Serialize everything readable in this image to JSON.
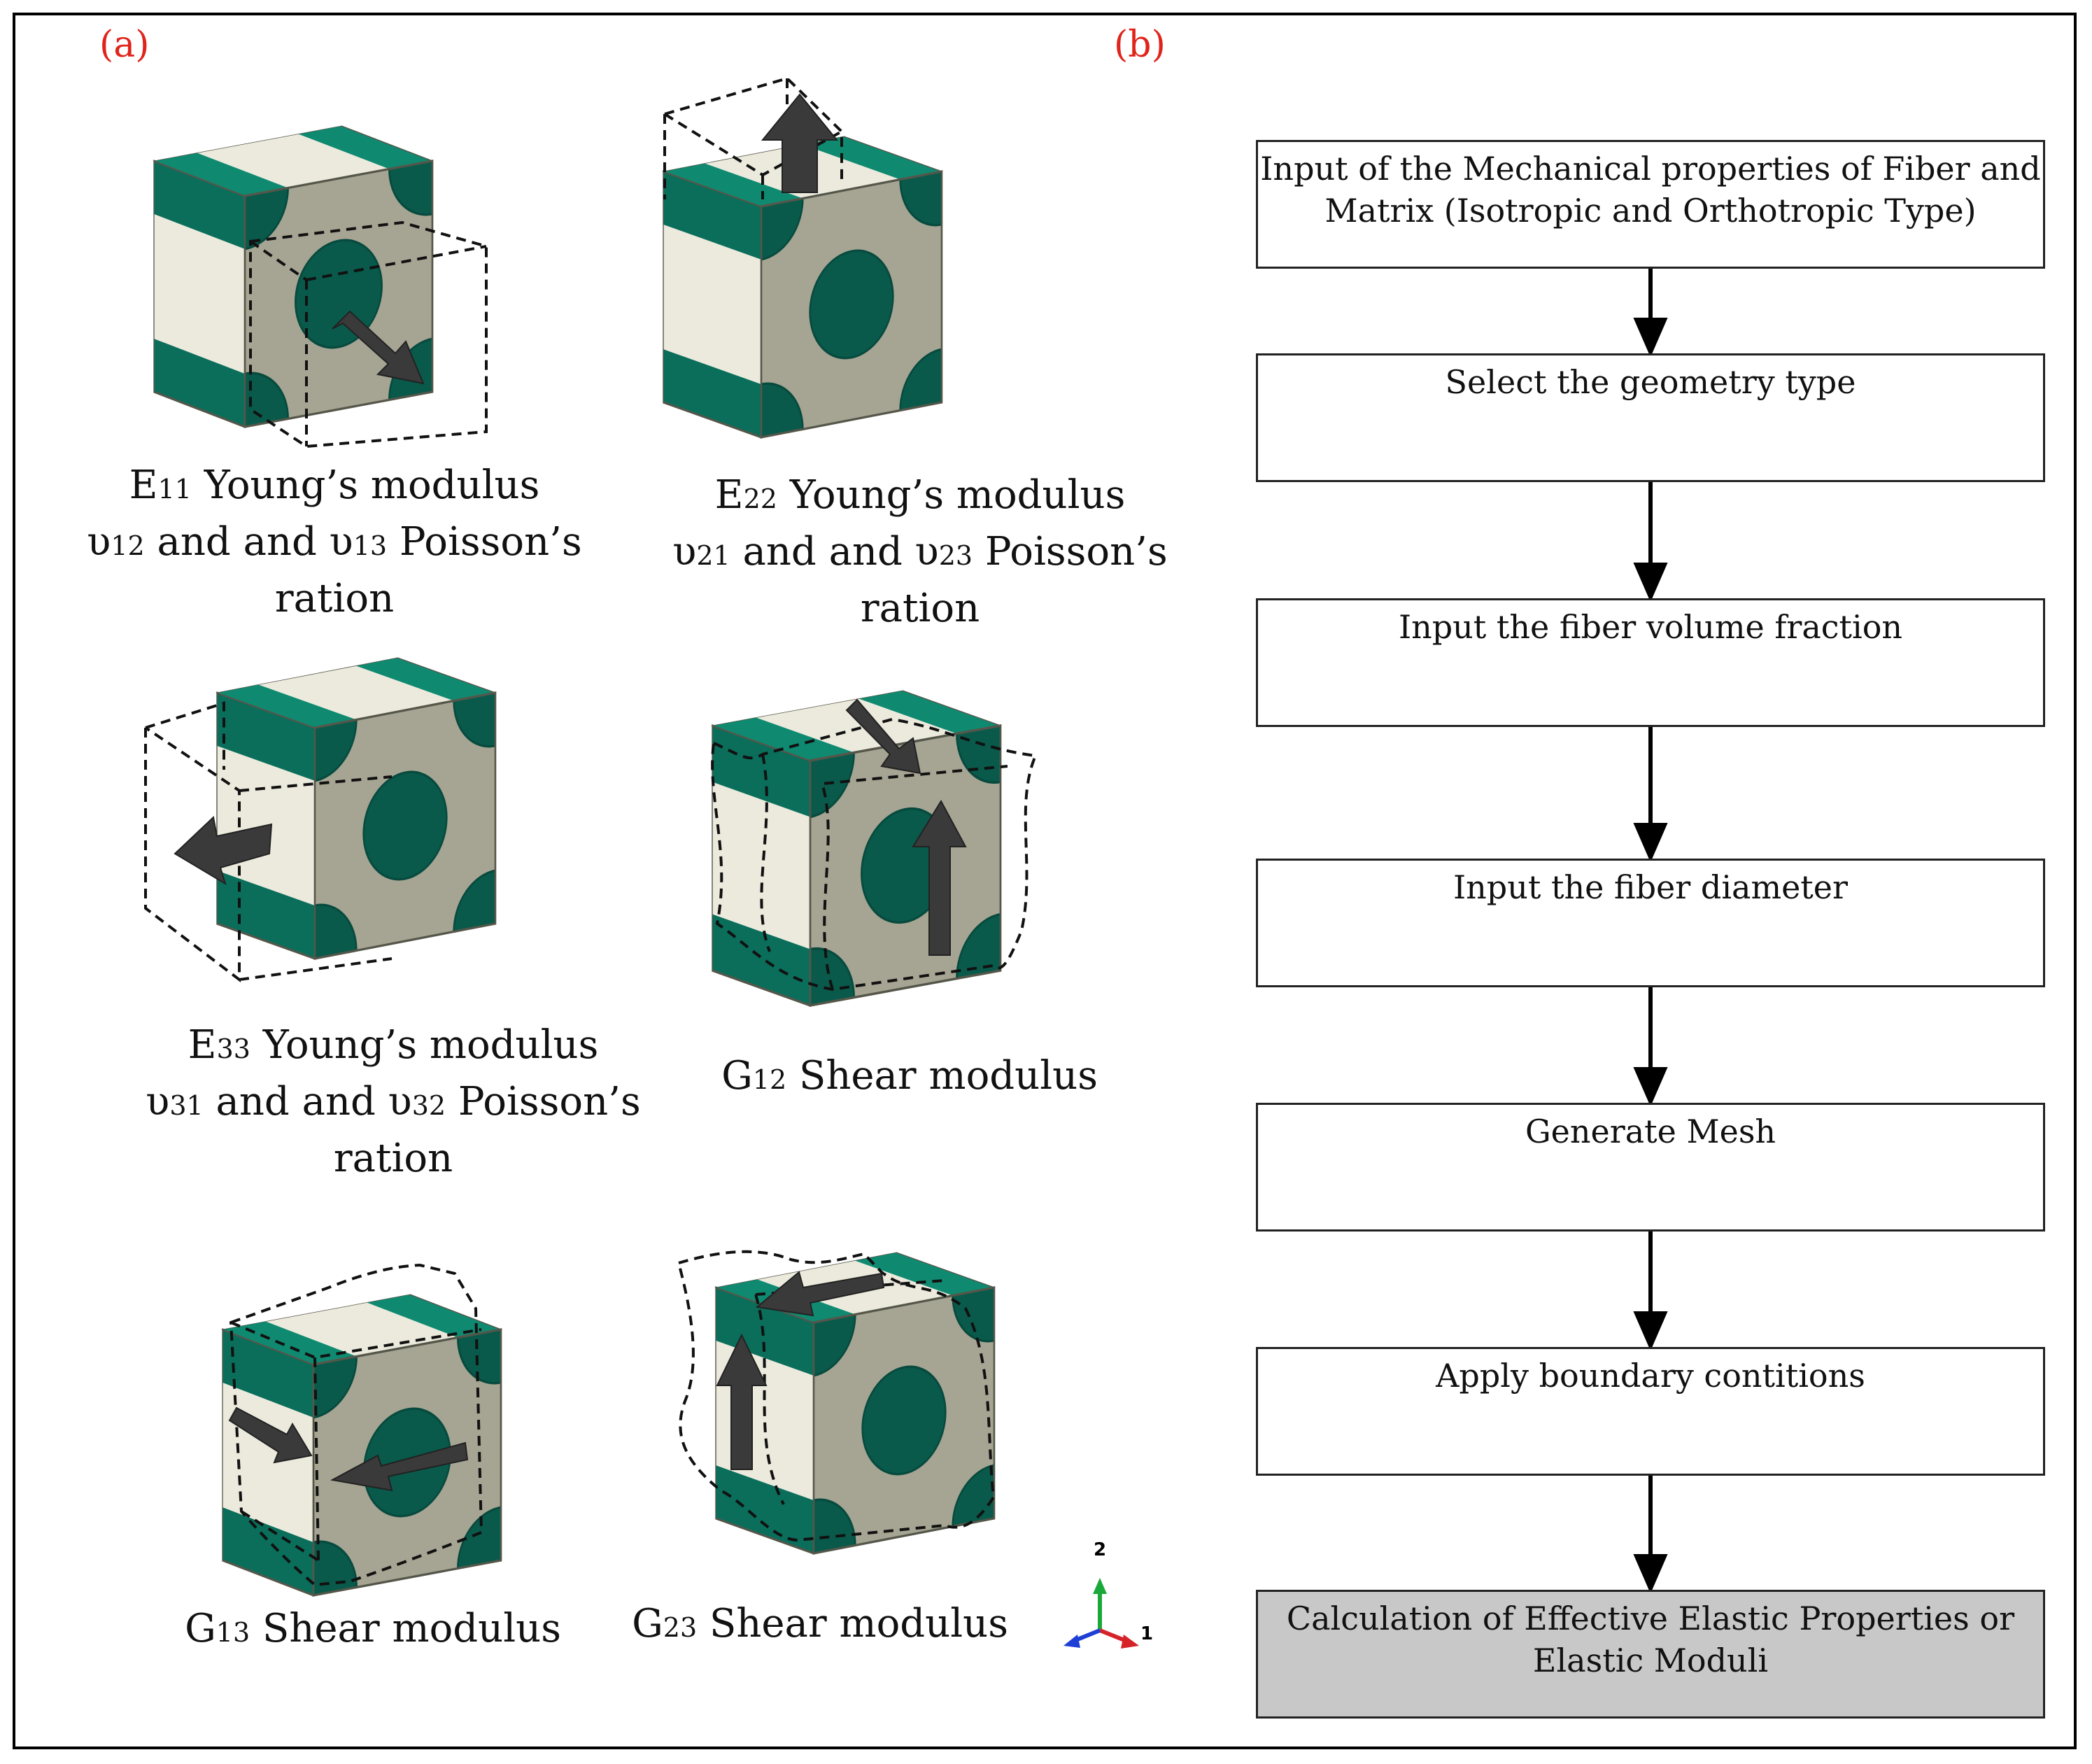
{
  "panels": {
    "a": "(a)",
    "b": "(b)"
  },
  "colors": {
    "fiber": "#0a6e5b",
    "fiber_top": "#0f8a71",
    "fiber_dark": "#095a4b",
    "matrix": "#eceadd",
    "matrix_side": "#a6a492",
    "arrow": "#3a3a3a",
    "label_red": "#e0241b",
    "final_box": "#c8c8c8"
  },
  "captions": {
    "e11": {
      "sym": "E",
      "sub": "11",
      "title": " Young’s modulus",
      "p1": "υ",
      "p1sub": "12",
      "mid": "  and and υ",
      "p2sub": "13",
      "tail": " Poisson’s",
      "last": "ration"
    },
    "e22": {
      "sym": "E",
      "sub": "22",
      "title": " Young’s modulus",
      "p1": "υ",
      "p1sub": "21",
      "mid": "  and and υ",
      "p2sub": "23",
      "tail": " Poisson’s",
      "last": "ration"
    },
    "e33": {
      "sym": "E",
      "sub": "33",
      "title": " Young’s modulus",
      "p1": "υ",
      "p1sub": "31",
      "mid": "  and and υ",
      "p2sub": "32",
      "tail": " Poisson’s",
      "last": "ration"
    },
    "g12": {
      "sym": "G",
      "sub": "12",
      "title": " Shear modulus"
    },
    "g13": {
      "sym": "G",
      "sub": "13",
      "title": " Shear modulus"
    },
    "g23": {
      "sym": "G",
      "sub": "23",
      "title": " Shear modulus"
    }
  },
  "axis_triad": {
    "y_label": "2",
    "x_label": "1"
  },
  "flowchart": [
    {
      "line1": "Input of the Mechanical properties of Fiber and",
      "line2": "Matrix (Isotropic and Orthotropic Type)"
    },
    {
      "line1": "Select the geometry type",
      "line2": ""
    },
    {
      "line1": "Input the fiber volume fraction",
      "line2": ""
    },
    {
      "line1": "Input the fiber diameter",
      "line2": ""
    },
    {
      "line1": "Generate Mesh",
      "line2": ""
    },
    {
      "line1": "Apply boundary contitions",
      "line2": ""
    },
    {
      "line1": "Calculation of Effective Elastic Properties or",
      "line2": "Elastic Moduli"
    }
  ]
}
